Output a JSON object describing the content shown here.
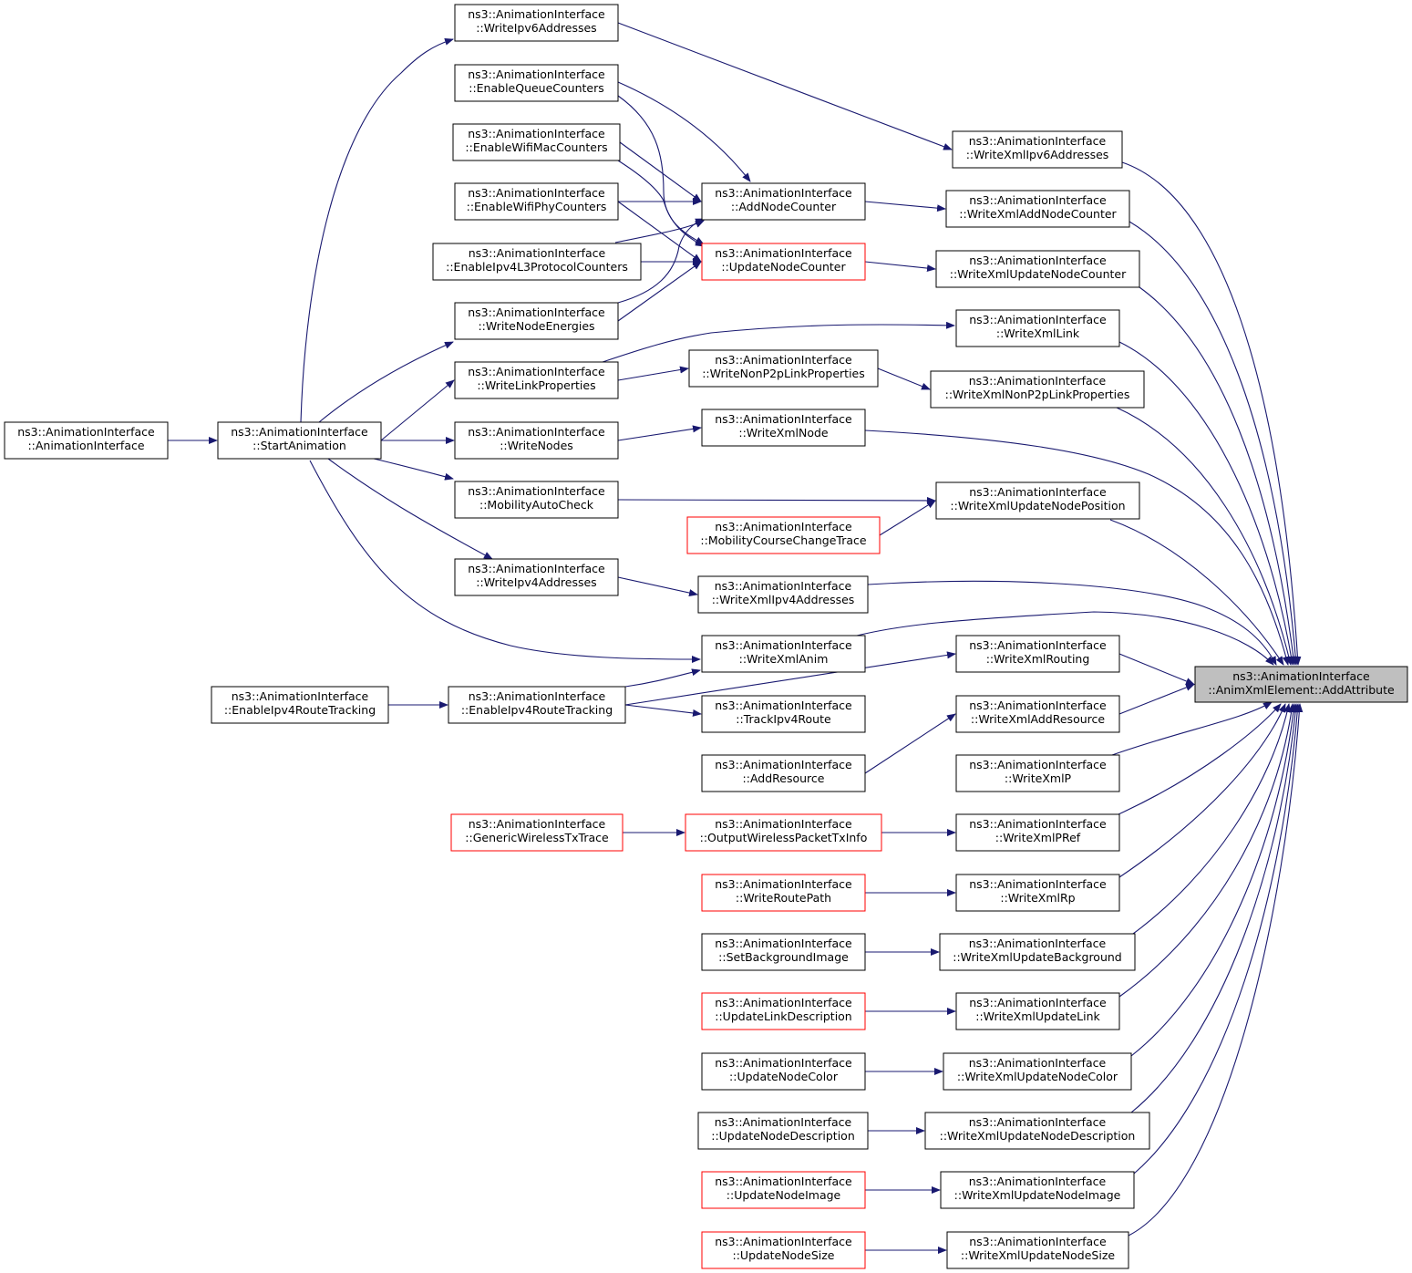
{
  "graph": {
    "type": "doxygen caller graph",
    "root_node": "root",
    "colors": {
      "edge": "#191970",
      "border": "#000000",
      "unresolved_border": "#ff0000",
      "root_fill": "#bfbfbf",
      "background": "#ffffff"
    },
    "nodes": [
      {
        "id": "root",
        "line1": "ns3::AnimationInterface",
        "line2": "::AnimXmlElement::AddAttribute",
        "border": "black",
        "highlight": true
      },
      {
        "id": "wxIpv6",
        "line1": "ns3::AnimationInterface",
        "line2": "::WriteXmlIpv6Addresses",
        "border": "black"
      },
      {
        "id": "wxAddNodeCounter",
        "line1": "ns3::AnimationInterface",
        "line2": "::WriteXmlAddNodeCounter",
        "border": "black"
      },
      {
        "id": "wxUpdNodeCounter",
        "line1": "ns3::AnimationInterface",
        "line2": "::WriteXmlUpdateNodeCounter",
        "border": "black"
      },
      {
        "id": "wxLink",
        "line1": "ns3::AnimationInterface",
        "line2": "::WriteXmlLink",
        "border": "black"
      },
      {
        "id": "wxNonP2p",
        "line1": "ns3::AnimationInterface",
        "line2": "::WriteXmlNonP2pLinkProperties",
        "border": "black"
      },
      {
        "id": "wxNode",
        "line1": "ns3::AnimationInterface",
        "line2": "::WriteXmlNode",
        "border": "black"
      },
      {
        "id": "wxUpdNodePos",
        "line1": "ns3::AnimationInterface",
        "line2": "::WriteXmlUpdateNodePosition",
        "border": "black"
      },
      {
        "id": "wxIpv4",
        "line1": "ns3::AnimationInterface",
        "line2": "::WriteXmlIpv4Addresses",
        "border": "black"
      },
      {
        "id": "wxAnim",
        "line1": "ns3::AnimationInterface",
        "line2": "::WriteXmlAnim",
        "border": "black"
      },
      {
        "id": "wxRouting",
        "line1": "ns3::AnimationInterface",
        "line2": "::WriteXmlRouting",
        "border": "black"
      },
      {
        "id": "wxAddRes",
        "line1": "ns3::AnimationInterface",
        "line2": "::WriteXmlAddResource",
        "border": "black"
      },
      {
        "id": "wxP",
        "line1": "ns3::AnimationInterface",
        "line2": "::WriteXmlP",
        "border": "black"
      },
      {
        "id": "wxPRef",
        "line1": "ns3::AnimationInterface",
        "line2": "::WriteXmlPRef",
        "border": "black"
      },
      {
        "id": "wxRp",
        "line1": "ns3::AnimationInterface",
        "line2": "::WriteXmlRp",
        "border": "black"
      },
      {
        "id": "wxUpdBg",
        "line1": "ns3::AnimationInterface",
        "line2": "::WriteXmlUpdateBackground",
        "border": "black"
      },
      {
        "id": "wxUpdLink",
        "line1": "ns3::AnimationInterface",
        "line2": "::WriteXmlUpdateLink",
        "border": "black"
      },
      {
        "id": "wxUpdNodeColor",
        "line1": "ns3::AnimationInterface",
        "line2": "::WriteXmlUpdateNodeColor",
        "border": "black"
      },
      {
        "id": "wxUpdNodeDesc",
        "line1": "ns3::AnimationInterface",
        "line2": "::WriteXmlUpdateNodeDescription",
        "border": "black"
      },
      {
        "id": "wxUpdNodeImage",
        "line1": "ns3::AnimationInterface",
        "line2": "::WriteXmlUpdateNodeImage",
        "border": "black"
      },
      {
        "id": "wxUpdNodeSize",
        "line1": "ns3::AnimationInterface",
        "line2": "::WriteXmlUpdateNodeSize",
        "border": "black"
      },
      {
        "id": "addNodeCounter",
        "line1": "ns3::AnimationInterface",
        "line2": "::AddNodeCounter",
        "border": "black"
      },
      {
        "id": "updNodeCounter",
        "line1": "ns3::AnimationInterface",
        "line2": "::UpdateNodeCounter",
        "border": "red"
      },
      {
        "id": "writeNonP2p",
        "line1": "ns3::AnimationInterface",
        "line2": "::WriteNonP2pLinkProperties",
        "border": "black"
      },
      {
        "id": "mobCourse",
        "line1": "ns3::AnimationInterface",
        "line2": "::MobilityCourseChangeTrace",
        "border": "red"
      },
      {
        "id": "trackIpv4Route",
        "line1": "ns3::AnimationInterface",
        "line2": "::TrackIpv4Route",
        "border": "black"
      },
      {
        "id": "addResource",
        "line1": "ns3::AnimationInterface",
        "line2": "::AddResource",
        "border": "black"
      },
      {
        "id": "outWireless",
        "line1": "ns3::AnimationInterface",
        "line2": "::OutputWirelessPacketTxInfo",
        "border": "red"
      },
      {
        "id": "writeRoutePath",
        "line1": "ns3::AnimationInterface",
        "line2": "::WriteRoutePath",
        "border": "red"
      },
      {
        "id": "setBgImage",
        "line1": "ns3::AnimationInterface",
        "line2": "::SetBackgroundImage",
        "border": "black"
      },
      {
        "id": "updLinkDesc",
        "line1": "ns3::AnimationInterface",
        "line2": "::UpdateLinkDescription",
        "border": "red"
      },
      {
        "id": "updNodeColor",
        "line1": "ns3::AnimationInterface",
        "line2": "::UpdateNodeColor",
        "border": "black"
      },
      {
        "id": "updNodeDesc",
        "line1": "ns3::AnimationInterface",
        "line2": "::UpdateNodeDescription",
        "border": "black"
      },
      {
        "id": "updNodeImage",
        "line1": "ns3::AnimationInterface",
        "line2": "::UpdateNodeImage",
        "border": "red"
      },
      {
        "id": "updNodeSize",
        "line1": "ns3::AnimationInterface",
        "line2": "::UpdateNodeSize",
        "border": "red"
      },
      {
        "id": "writeIpv6",
        "line1": "ns3::AnimationInterface",
        "line2": "::WriteIpv6Addresses",
        "border": "black"
      },
      {
        "id": "enQueue",
        "line1": "ns3::AnimationInterface",
        "line2": "::EnableQueueCounters",
        "border": "black"
      },
      {
        "id": "enWifiMac",
        "line1": "ns3::AnimationInterface",
        "line2": "::EnableWifiMacCounters",
        "border": "black"
      },
      {
        "id": "enWifiPhy",
        "line1": "ns3::AnimationInterface",
        "line2": "::EnableWifiPhyCounters",
        "border": "black"
      },
      {
        "id": "enIpv4L3",
        "line1": "ns3::AnimationInterface",
        "line2": "::EnableIpv4L3ProtocolCounters",
        "border": "black"
      },
      {
        "id": "writeNodeEnergies",
        "line1": "ns3::AnimationInterface",
        "line2": "::WriteNodeEnergies",
        "border": "black"
      },
      {
        "id": "writeLinkProps",
        "line1": "ns3::AnimationInterface",
        "line2": "::WriteLinkProperties",
        "border": "black"
      },
      {
        "id": "writeNodes",
        "line1": "ns3::AnimationInterface",
        "line2": "::WriteNodes",
        "border": "black"
      },
      {
        "id": "mobAutoCheck",
        "line1": "ns3::AnimationInterface",
        "line2": "::MobilityAutoCheck",
        "border": "black"
      },
      {
        "id": "writeIpv4",
        "line1": "ns3::AnimationInterface",
        "line2": "::WriteIpv4Addresses",
        "border": "black"
      },
      {
        "id": "enIpv4RouteA",
        "line1": "ns3::AnimationInterface",
        "line2": "::EnableIpv4RouteTracking",
        "border": "black"
      },
      {
        "id": "genWireless",
        "line1": "ns3::AnimationInterface",
        "line2": "::GenericWirelessTxTrace",
        "border": "red"
      },
      {
        "id": "startAnim",
        "line1": "ns3::AnimationInterface",
        "line2": "::StartAnimation",
        "border": "black"
      },
      {
        "id": "enIpv4RouteB",
        "line1": "ns3::AnimationInterface",
        "line2": "::EnableIpv4RouteTracking",
        "border": "black"
      },
      {
        "id": "ctor",
        "line1": "ns3::AnimationInterface",
        "line2": "::AnimationInterface",
        "border": "black"
      }
    ],
    "edges": [
      {
        "from": "wxIpv6",
        "to": "root"
      },
      {
        "from": "wxAddNodeCounter",
        "to": "root"
      },
      {
        "from": "wxUpdNodeCounter",
        "to": "root"
      },
      {
        "from": "wxLink",
        "to": "root"
      },
      {
        "from": "wxNonP2p",
        "to": "root"
      },
      {
        "from": "wxNode",
        "to": "root"
      },
      {
        "from": "wxUpdNodePos",
        "to": "root"
      },
      {
        "from": "wxIpv4",
        "to": "root"
      },
      {
        "from": "wxAnim",
        "to": "root"
      },
      {
        "from": "wxRouting",
        "to": "root"
      },
      {
        "from": "wxAddRes",
        "to": "root"
      },
      {
        "from": "wxP",
        "to": "root"
      },
      {
        "from": "wxPRef",
        "to": "root"
      },
      {
        "from": "wxRp",
        "to": "root"
      },
      {
        "from": "wxUpdBg",
        "to": "root"
      },
      {
        "from": "wxUpdLink",
        "to": "root"
      },
      {
        "from": "wxUpdNodeColor",
        "to": "root"
      },
      {
        "from": "wxUpdNodeDesc",
        "to": "root"
      },
      {
        "from": "wxUpdNodeImage",
        "to": "root"
      },
      {
        "from": "wxUpdNodeSize",
        "to": "root"
      },
      {
        "from": "writeIpv6",
        "to": "wxIpv6"
      },
      {
        "from": "addNodeCounter",
        "to": "wxAddNodeCounter"
      },
      {
        "from": "updNodeCounter",
        "to": "wxUpdNodeCounter"
      },
      {
        "from": "writeLinkProps",
        "to": "wxLink"
      },
      {
        "from": "writeNonP2p",
        "to": "wxNonP2p"
      },
      {
        "from": "writeNodes",
        "to": "wxNode"
      },
      {
        "from": "mobAutoCheck",
        "to": "wxUpdNodePos"
      },
      {
        "from": "mobCourse",
        "to": "wxUpdNodePos"
      },
      {
        "from": "writeIpv4",
        "to": "wxIpv4"
      },
      {
        "from": "enIpv4RouteA",
        "to": "wxRouting"
      },
      {
        "from": "addResource",
        "to": "wxAddRes"
      },
      {
        "from": "outWireless",
        "to": "wxPRef"
      },
      {
        "from": "writeRoutePath",
        "to": "wxRp"
      },
      {
        "from": "setBgImage",
        "to": "wxUpdBg"
      },
      {
        "from": "updLinkDesc",
        "to": "wxUpdLink"
      },
      {
        "from": "updNodeColor",
        "to": "wxUpdNodeColor"
      },
      {
        "from": "updNodeDesc",
        "to": "wxUpdNodeDesc"
      },
      {
        "from": "updNodeImage",
        "to": "wxUpdNodeImage"
      },
      {
        "from": "updNodeSize",
        "to": "wxUpdNodeSize"
      },
      {
        "from": "enQueue",
        "to": "addNodeCounter"
      },
      {
        "from": "enWifiMac",
        "to": "addNodeCounter"
      },
      {
        "from": "enWifiPhy",
        "to": "addNodeCounter"
      },
      {
        "from": "enIpv4L3",
        "to": "addNodeCounter"
      },
      {
        "from": "writeNodeEnergies",
        "to": "addNodeCounter"
      },
      {
        "from": "enQueue",
        "to": "updNodeCounter"
      },
      {
        "from": "enWifiMac",
        "to": "updNodeCounter"
      },
      {
        "from": "enWifiPhy",
        "to": "updNodeCounter"
      },
      {
        "from": "enIpv4L3",
        "to": "updNodeCounter"
      },
      {
        "from": "writeNodeEnergies",
        "to": "updNodeCounter"
      },
      {
        "from": "writeLinkProps",
        "to": "writeNonP2p"
      },
      {
        "from": "startAnim",
        "to": "wxAnim"
      },
      {
        "from": "enIpv4RouteA",
        "to": "wxAnim"
      },
      {
        "from": "enIpv4RouteA",
        "to": "trackIpv4Route"
      },
      {
        "from": "genWireless",
        "to": "outWireless"
      },
      {
        "from": "startAnim",
        "to": "writeIpv6"
      },
      {
        "from": "startAnim",
        "to": "writeNodeEnergies"
      },
      {
        "from": "startAnim",
        "to": "writeLinkProps"
      },
      {
        "from": "startAnim",
        "to": "writeNodes"
      },
      {
        "from": "startAnim",
        "to": "mobAutoCheck"
      },
      {
        "from": "startAnim",
        "to": "writeIpv4"
      },
      {
        "from": "enIpv4RouteB",
        "to": "enIpv4RouteA"
      },
      {
        "from": "ctor",
        "to": "startAnim"
      }
    ]
  }
}
